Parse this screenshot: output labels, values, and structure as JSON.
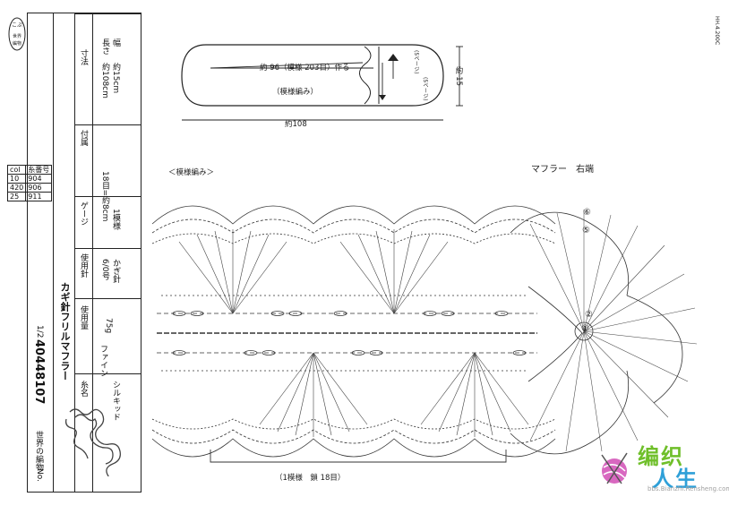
{
  "product": {
    "series": "世界の編物",
    "number_prefix": "No.",
    "number": "40448107",
    "page_fraction": "1/2",
    "title": "カギ針フリルマフラー",
    "logo_text": "こぷ 世界の 編物"
  },
  "spec_headers": {
    "yarn_name": "糸名",
    "amount": "使用量",
    "needle": "使用針",
    "gauge": "ゲージ",
    "notions": "付属",
    "size": "寸法"
  },
  "spec_values": {
    "yarn_line1": "シルキッド",
    "yarn_line2": "ファイン",
    "amount": "75g",
    "needle_line1": "かぎ針",
    "needle_line2": "6/0号",
    "gauge_line1": "1模様",
    "gauge_line2": "18目=約8cm",
    "size_width": "幅　　約15cm",
    "size_length": "長さ　約108cm"
  },
  "color_table": {
    "header": [
      "col",
      "糸番号"
    ],
    "rows": [
      [
        "10",
        "904"
      ],
      [
        "420",
        "906"
      ],
      [
        "25",
        "911"
      ]
    ]
  },
  "diagram": {
    "schematic_top": "約 96（模様 203目）作る",
    "schematic_pattern": "（模様編み）",
    "schematic_bottom": "約108",
    "schematic_side": "約 15",
    "schematic_side_small_1": "(5ページ)",
    "schematic_side_small_2": "(5ページ)",
    "pattern_label": "＜模様編み＞",
    "end_label": "マフラー　右端",
    "repeat_label": "（1模様　鎖 18目）",
    "row_markers": [
      "①",
      "②",
      "⑤",
      "⑥"
    ]
  },
  "corner": {
    "code": "HH.4.200C"
  },
  "watermark": {
    "line1": "编织",
    "line2": "人生",
    "site": "bbs.Bianzhi.Rensheng.com"
  }
}
